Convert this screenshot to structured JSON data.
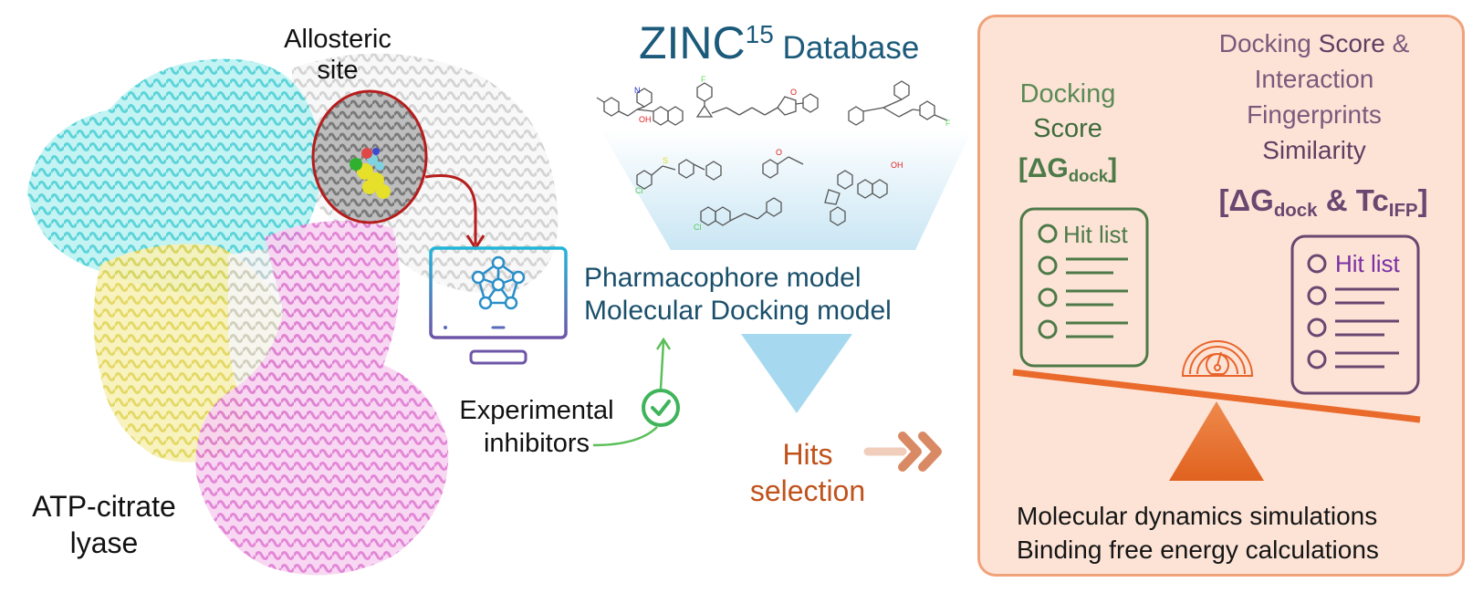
{
  "protein": {
    "name_label": "ATP-citrate lyase",
    "name_lines": [
      "ATP-citrate",
      "lyase"
    ],
    "site_label_lines": [
      "Allosteric",
      "site"
    ],
    "chain_colors": {
      "cyan": "#6fdede",
      "yellow": "#eee47a",
      "white": "#e4e4e4",
      "pink": "#e58ad8"
    },
    "highlight_circle_color": "#b71c1c"
  },
  "computer": {
    "icon": "monitor-molecule-icon"
  },
  "validation": {
    "label_lines": [
      "Experimental",
      "inhibitors"
    ],
    "icon": "check-circle-icon"
  },
  "database": {
    "title_main": "ZINC",
    "title_sup": "15",
    "title_rest": " Database",
    "molecules_icon": "chemical-structures"
  },
  "models": {
    "line1": "Pharmacophore model",
    "line2": "Molecular Docking model"
  },
  "hits": {
    "line1": "Hits",
    "line2": "selection",
    "arrow_icon": "double-chevron-right-icon"
  },
  "panel": {
    "left_criterion": {
      "line1": "Docking",
      "line2": "Score",
      "bracket_open": "[ΔG",
      "bracket_sub": "dock",
      "bracket_close": "]",
      "list_title": "Hit list",
      "color": "#4d7a48"
    },
    "right_criterion": {
      "line1a": "Docking ",
      "line1b": "Score",
      "line1c": " &",
      "line2": "Interaction",
      "line3": "Fingerprints",
      "line4": "Similarity",
      "bracket_open": "[ΔG",
      "bracket_sub1": "dock",
      "bracket_mid": " & Tc",
      "bracket_sub2": "IFP",
      "bracket_close": "]",
      "list_title": "Hit list",
      "color": "#6a4670"
    },
    "gauge_icon": "speedometer-icon",
    "footer_line1": "Molecular dynamics simulations",
    "footer_line2": "Binding free energy calculations"
  }
}
